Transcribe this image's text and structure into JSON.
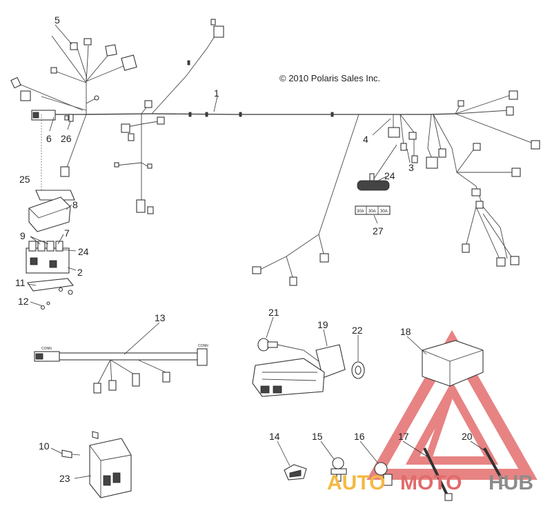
{
  "copyright": "© 2010 Polaris Sales Inc.",
  "callouts": [
    "1",
    "2",
    "3",
    "4",
    "5",
    "6",
    "7",
    "8",
    "9",
    "10",
    "11",
    "12",
    "13",
    "14",
    "15",
    "16",
    "17",
    "18",
    "19",
    "20",
    "21",
    "22",
    "23",
    "24",
    "24",
    "25",
    "26",
    "27"
  ],
  "fuse_labels": [
    "30A",
    "30A",
    "30A"
  ],
  "watermark": {
    "part1": "AUTO",
    "part2": "MOTO",
    "part3": "HUB"
  },
  "colors": {
    "line": "#333333",
    "watermark_red": "#e05a5a",
    "watermark_yellow": "#f5b942",
    "watermark_gray": "#8c8c8c"
  }
}
